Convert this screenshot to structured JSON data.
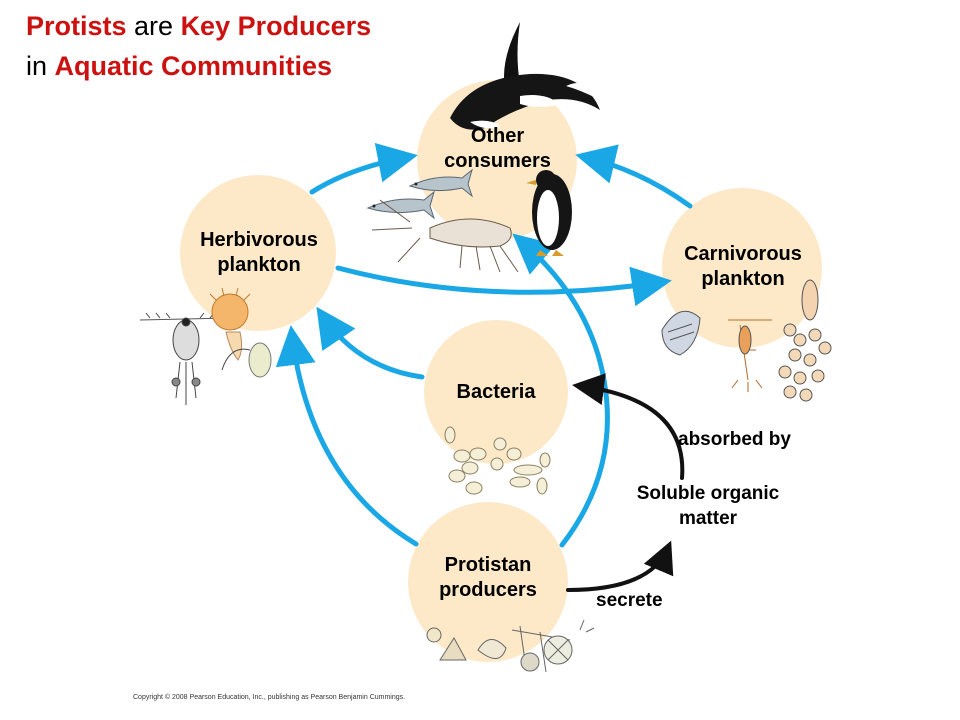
{
  "title": {
    "part1": "Protists",
    "part2": " are ",
    "part3": "Key Producers",
    "line2_prefix": " in ",
    "line2_red": "Aquatic Communities"
  },
  "nodes": {
    "other_consumers": "Other consumers",
    "herbivorous_plankton": "Herbivorous plankton",
    "carnivorous_plankton": "Carnivorous plankton",
    "bacteria": "Bacteria",
    "protistan_producers": "Protistan producers"
  },
  "labels": {
    "absorbed_by": "absorbed by",
    "soluble_organic_matter": "Soluble organic matter",
    "secrete": "secrete"
  },
  "copyright": "Copyright © 2008 Pearson Education, Inc., publishing as Pearson Benjamin Cummings.",
  "colors": {
    "arrow_blue": "#1aa7e6",
    "circle_fill": "#fde9c8",
    "title_red": "#cc1111",
    "arrow_black": "#111111"
  }
}
